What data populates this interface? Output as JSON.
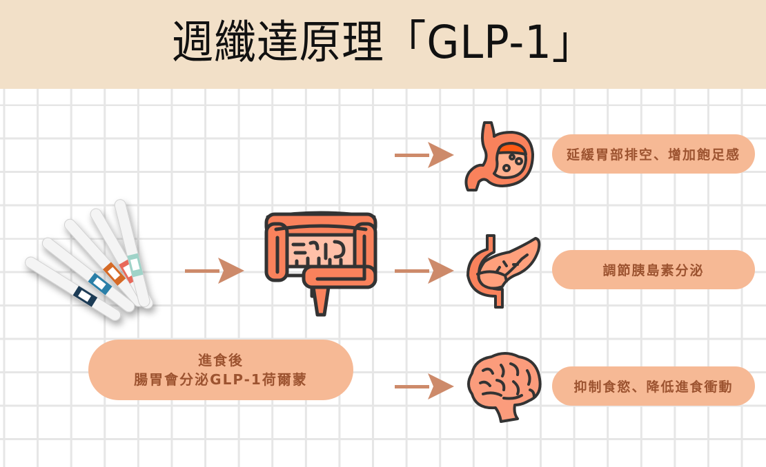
{
  "header": {
    "title": "週纖達原理「GLP-1」",
    "background_color": "#f2e0c8"
  },
  "source": {
    "line1": "進食後",
    "line2": "腸胃會分泌GLP-1荷爾蒙",
    "image": "injection-pens-icon"
  },
  "center_icon": "intestine-icon",
  "effects": [
    {
      "icon": "stomach-icon",
      "label": "延緩胃部排空、增加飽足感"
    },
    {
      "icon": "pancreas-icon",
      "label": "調節胰島素分泌"
    },
    {
      "icon": "brain-icon",
      "label": "抑制食慾、降低進食衝動"
    }
  ],
  "colors": {
    "pill_fill": "#f6b995",
    "pill_text": "#9c5330",
    "arrow": "#cd8a6a",
    "organ_fill": "#f9825c",
    "organ_outline": "#333333",
    "grid_line": "#e6e6e6"
  }
}
